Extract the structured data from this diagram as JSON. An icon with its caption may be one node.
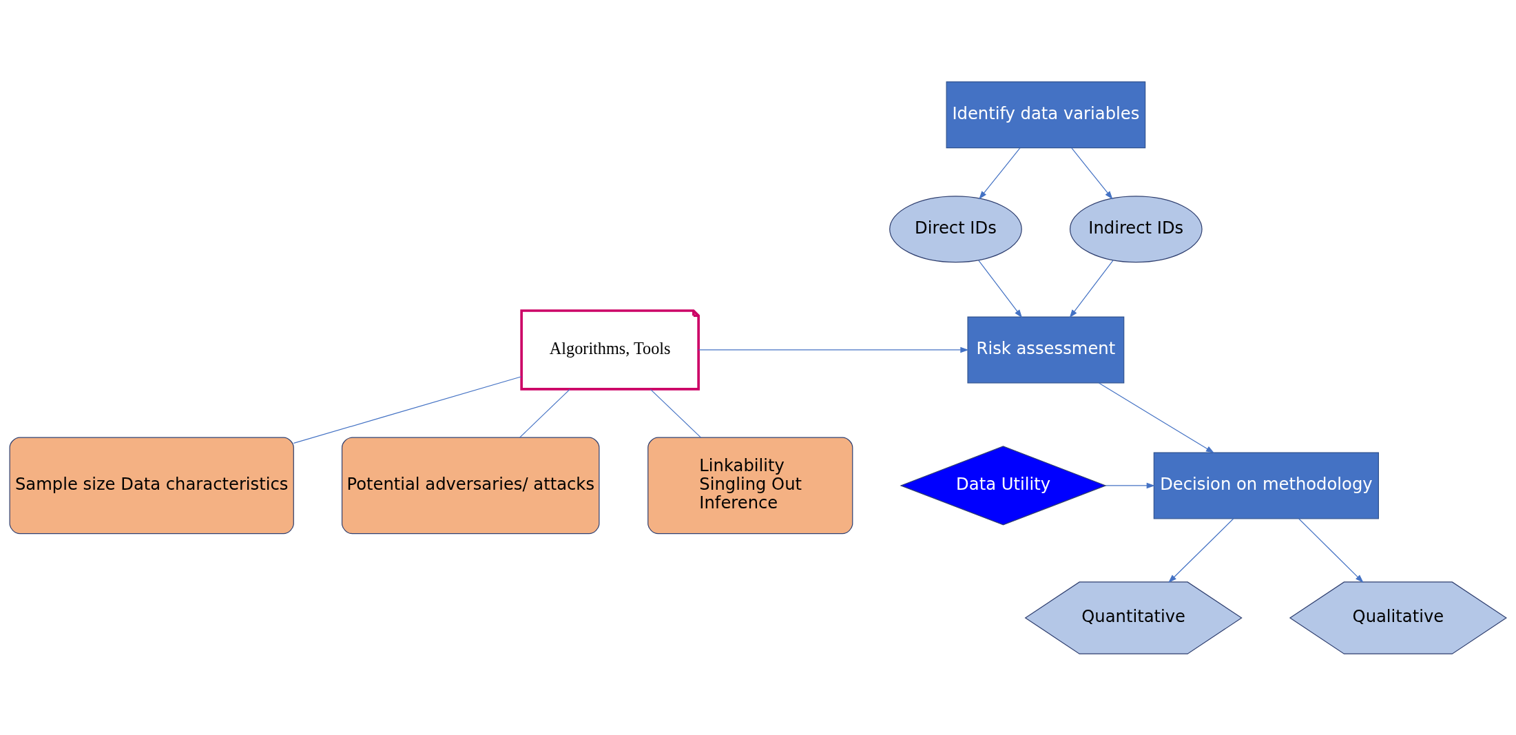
{
  "diagram": {
    "nodes": [
      {
        "text": [
          "Identify data variables"
        ]
      },
      {
        "text": [
          "Direct IDs"
        ]
      },
      {
        "text": [
          "Indirect IDs"
        ]
      },
      {
        "text": [
          "Risk assessment"
        ]
      },
      {
        "text": [
          "Algorithms, Tools"
        ]
      },
      {
        "text": [
          "Sample size Data characteristics"
        ]
      },
      {
        "text": [
          "Potential adversaries/ attacks"
        ]
      },
      {
        "text": [
          "Linkability",
          "Singling Out",
          "Inference"
        ]
      },
      {
        "text": [
          "Data Utility"
        ]
      },
      {
        "text": [
          "Decision on methodology"
        ]
      },
      {
        "text": [
          "Quantitative"
        ]
      },
      {
        "text": [
          "Qualitative"
        ]
      }
    ],
    "edges": [
      {
        "from": 0,
        "to": 1,
        "arrow": "to"
      },
      {
        "from": 0,
        "to": 2,
        "arrow": "to"
      },
      {
        "from": 1,
        "to": 3,
        "arrow": "to"
      },
      {
        "from": 2,
        "to": 3,
        "arrow": "to"
      },
      {
        "from": 4,
        "to": 3,
        "arrow": "to"
      },
      {
        "from": 4,
        "to": 5,
        "arrow": "none"
      },
      {
        "from": 4,
        "to": 6,
        "arrow": "none"
      },
      {
        "from": 4,
        "to": 7,
        "arrow": "none"
      },
      {
        "from": 3,
        "to": 9,
        "arrow": "to"
      },
      {
        "from": 8,
        "to": 9,
        "arrow": "to"
      },
      {
        "from": 9,
        "to": 10,
        "arrow": "to"
      },
      {
        "from": 9,
        "to": 11,
        "arrow": "to"
      }
    ]
  }
}
